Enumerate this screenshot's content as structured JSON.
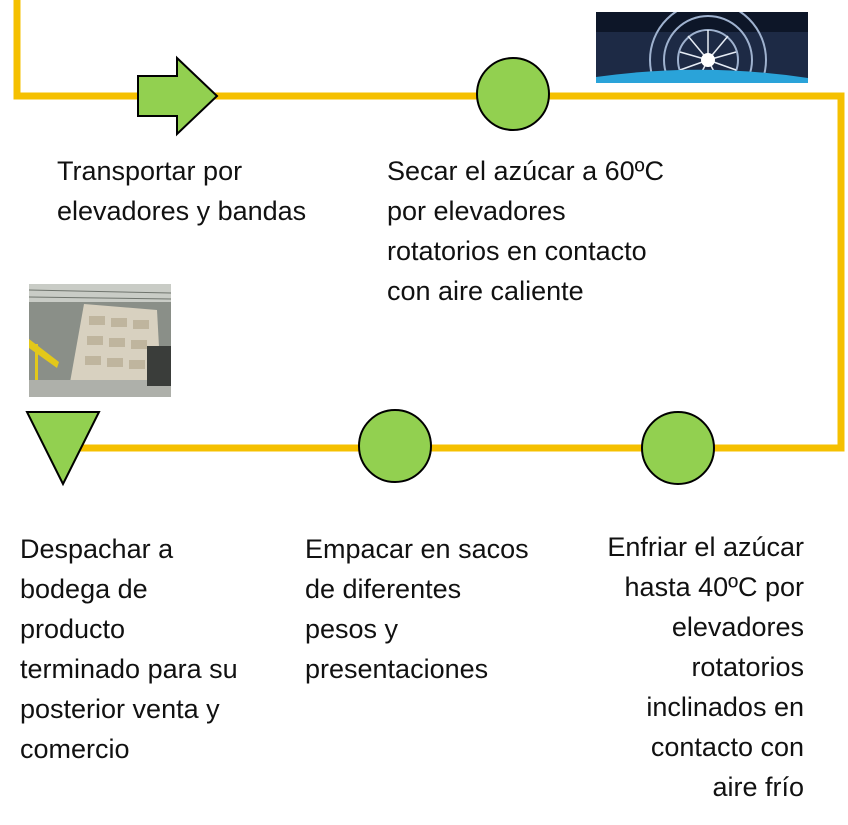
{
  "colors": {
    "flow_line": "#f5c000",
    "symbol_fill": "#92d050",
    "symbol_stroke": "#000000",
    "text": "#111111"
  },
  "steps": [
    {
      "symbol": "arrow",
      "text": "Transportar por\nelevadores y bandas"
    },
    {
      "symbol": "circle",
      "text": "Secar el azúcar a 60ºC\npor elevadores\nrotatorios en contacto\ncon aire caliente"
    },
    {
      "symbol": "circle",
      "text": "Enfriar el azúcar\nhasta 40ºC por\nelevadores\nrotatorios\ninclinados en\ncontacto con\naire frío"
    },
    {
      "symbol": "circle",
      "text": "Empacar en sacos\nde diferentes\npesos y\npresentaciones"
    },
    {
      "symbol": "triangle",
      "text": "Despachar a\nbodega de\nproducto\nterminado para su\nposterior venta y\ncomercio"
    }
  ],
  "photos": [
    {
      "icon": "industrial-dryer-photo"
    },
    {
      "icon": "warehouse-sacks-photo"
    }
  ]
}
